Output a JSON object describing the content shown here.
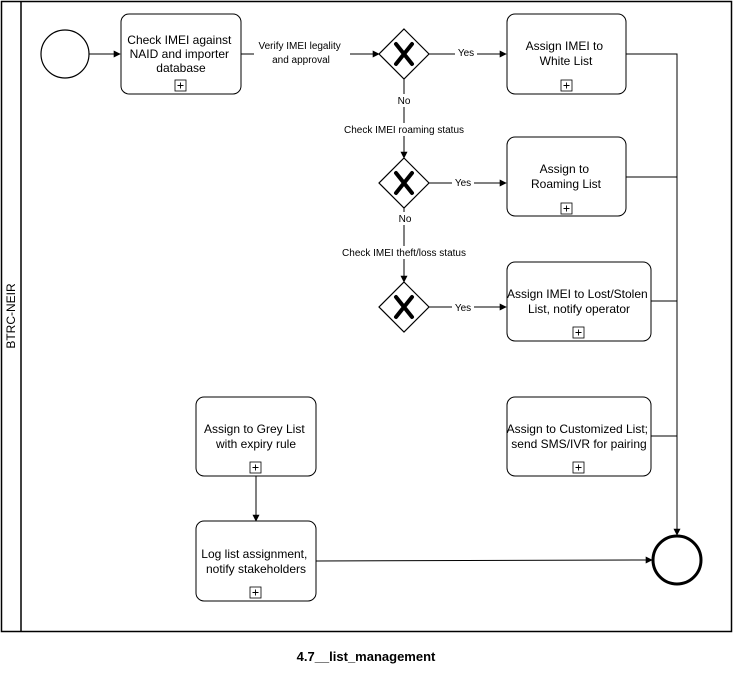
{
  "pool": {
    "lane_label": "BTRC-NEIR"
  },
  "tasks": {
    "check_imei": {
      "lines": [
        "Check IMEI against",
        "NAID and importer",
        "database"
      ]
    },
    "white_list": {
      "lines": [
        "Assign IMEI to",
        "White List"
      ]
    },
    "roaming_list": {
      "lines": [
        "Assign to",
        "Roaming List"
      ]
    },
    "lost_stolen": {
      "lines": [
        "Assign IMEI to Lost/Stolen",
        "List, notify operator"
      ]
    },
    "customized": {
      "lines": [
        "Assign to Customized List;",
        "send SMS/IVR for pairing"
      ]
    },
    "grey_list": {
      "lines": [
        "Assign to Grey List",
        "with expiry rule"
      ]
    },
    "log_list": {
      "lines": [
        "Log list assignment,",
        "notify stakeholders"
      ]
    }
  },
  "flows": {
    "verify": {
      "lines": [
        "Verify IMEI legality",
        "and approval"
      ]
    },
    "yes1": "Yes",
    "no1": "No",
    "roaming_status": "Check IMEI roaming status",
    "yes2": "Yes",
    "no2": "No",
    "theft_status": "Check IMEI theft/loss status",
    "yes3": "Yes"
  },
  "caption": "4.7__list_management"
}
